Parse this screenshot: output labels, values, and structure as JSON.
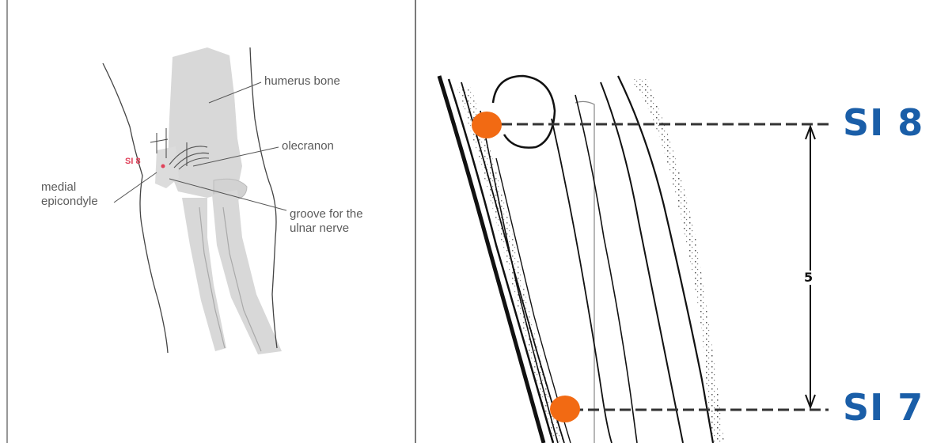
{
  "left_diagram": {
    "labels": {
      "humerus": "humerus bone",
      "olecranon": "olecranon",
      "medial_line1": "medial",
      "medial_line2": "epicondyle",
      "groove_line1": "groove for the",
      "groove_line2": "ulnar nerve",
      "point": "SI 8"
    },
    "colors": {
      "bone": "#d8d8d8",
      "outline": "#444444",
      "label": "#5a5a5a",
      "point": "#e0425a"
    }
  },
  "right_diagram": {
    "points": [
      {
        "label": "SI 8"
      },
      {
        "label": "SI 7"
      }
    ],
    "measure_label": "5",
    "colors": {
      "marker": "#f26a13",
      "label": "#1a5ea8",
      "ink": "#111111"
    }
  }
}
